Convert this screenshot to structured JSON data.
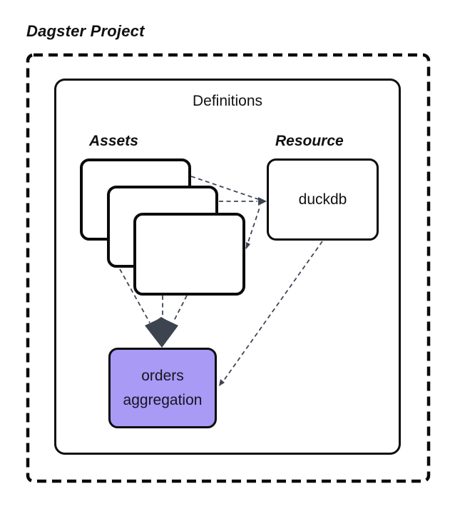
{
  "title": "Dagster Project",
  "definitions": {
    "label": "Definitions"
  },
  "assets_group": {
    "label": "Assets"
  },
  "resource_group": {
    "label": "Resource",
    "node_label": "duckdb"
  },
  "orders_node": {
    "label": "orders aggregation"
  },
  "colors": {
    "node_purple": "#a89af5",
    "connector": "#3f4655",
    "arrowhead": "#3d4450",
    "ink": "#111111",
    "background": "#ffffff"
  }
}
